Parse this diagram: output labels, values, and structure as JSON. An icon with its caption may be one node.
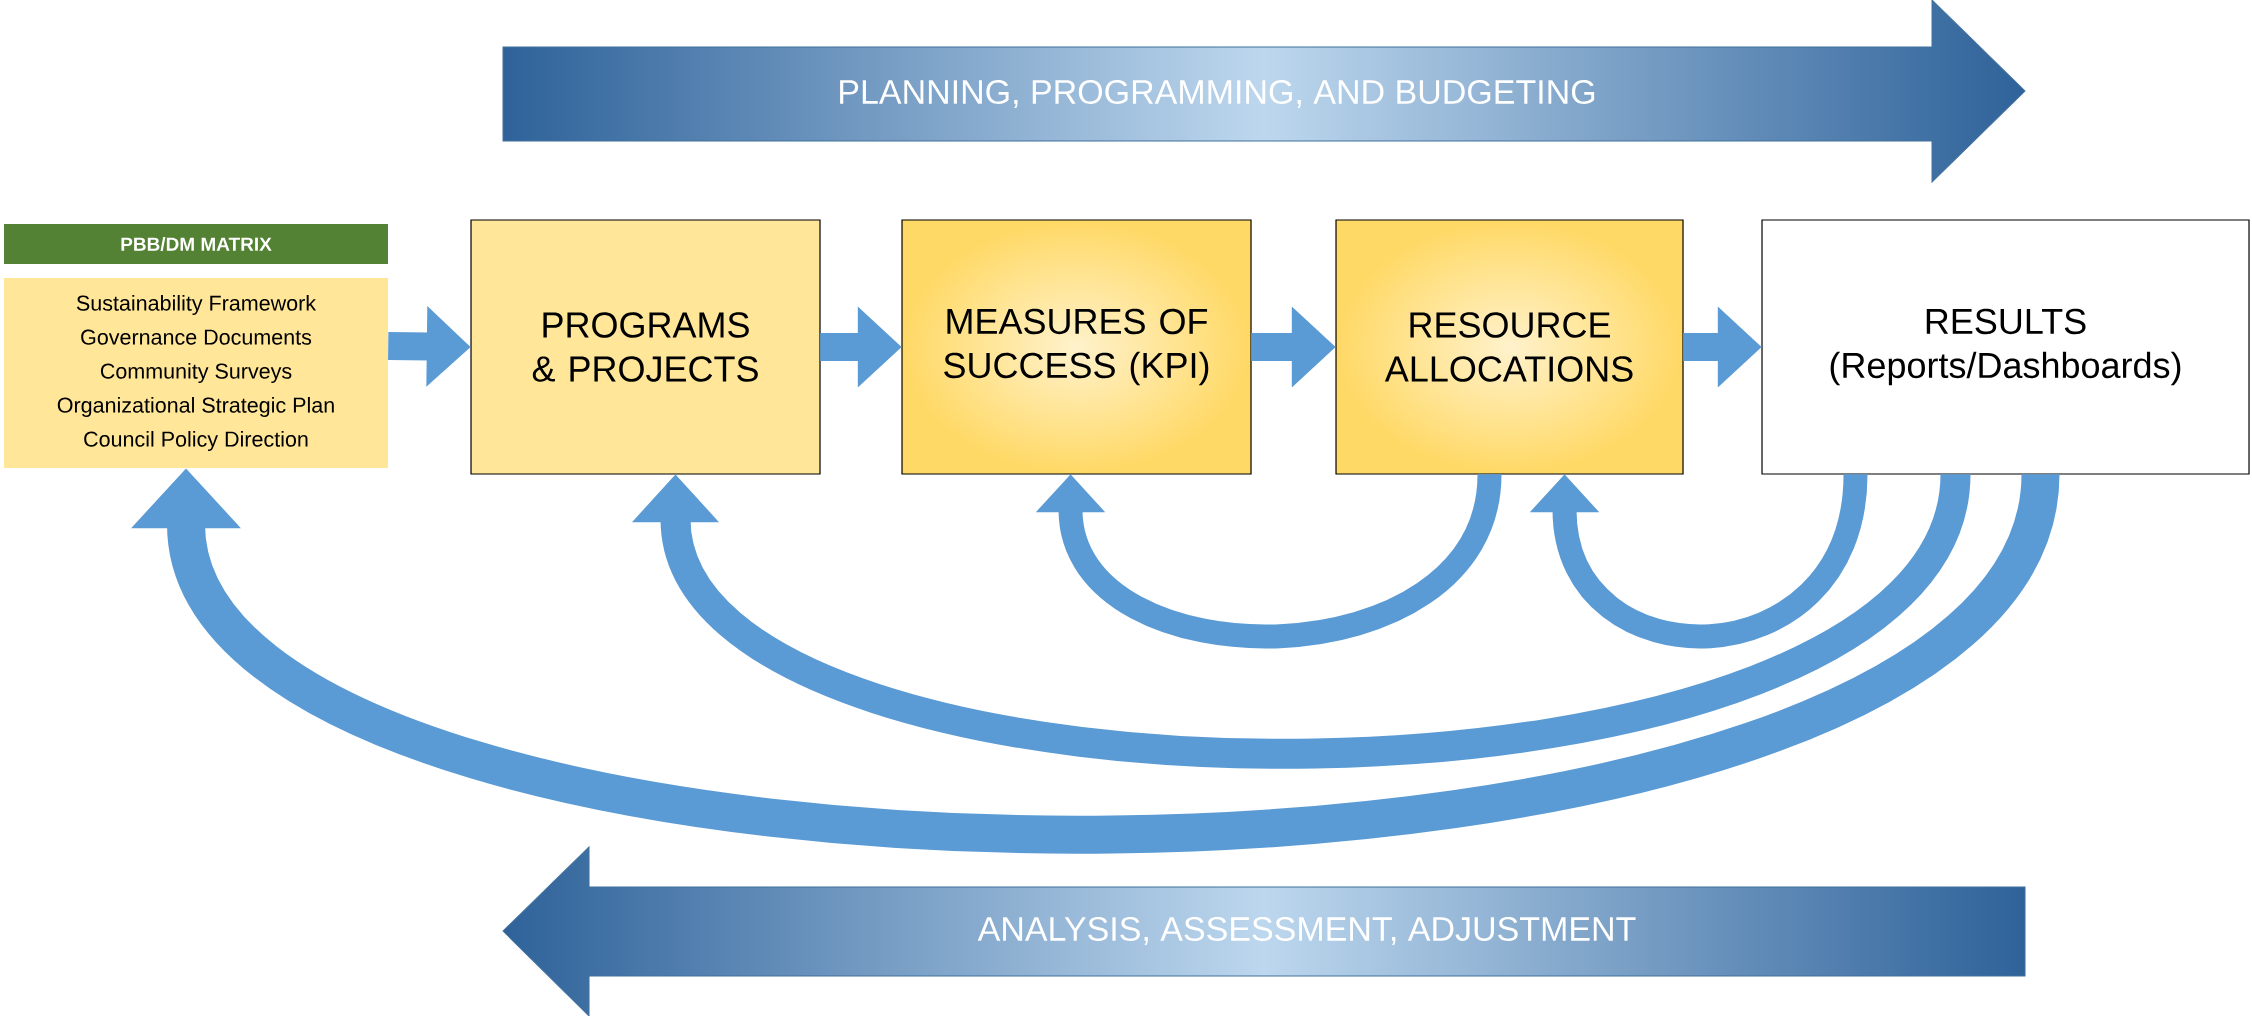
{
  "diagram": {
    "nodes": [
      {
        "text": [
          "PBB/DM MATRIX",
          "Sustainability Framework",
          "Governance Documents",
          "Community Surveys",
          "Organizational Strategic Plan",
          "Council Policy Direction"
        ]
      },
      {
        "text": [
          "PROGRAMS & PROJECTS"
        ]
      },
      {
        "text": [
          "MEASURES OF SUCCESS (KPI)"
        ]
      },
      {
        "text": [
          "RESOURCE ALLOCATIONS"
        ]
      },
      {
        "text": [
          "RESULTS (Reports/Dashboards)"
        ]
      },
      {
        "text": [
          "PLANNING, PROGRAMMING, AND BUDGETING"
        ]
      },
      {
        "text": [
          "ANALYSIS, ASSESSMENT, ADJUSTMENT"
        ]
      }
    ],
    "edges": [
      {
        "from": 0,
        "to": 1,
        "arrow": "to"
      },
      {
        "from": 1,
        "to": 2,
        "arrow": "to"
      },
      {
        "from": 2,
        "to": 3,
        "arrow": "to"
      },
      {
        "from": 3,
        "to": 4,
        "arrow": "to"
      },
      {
        "from": 3,
        "to": 2,
        "arrow": "to"
      },
      {
        "from": 4,
        "to": 3,
        "arrow": "to"
      },
      {
        "from": 4,
        "to": 1,
        "arrow": "to"
      },
      {
        "from": 4,
        "to": 0,
        "arrow": "to"
      }
    ]
  }
}
